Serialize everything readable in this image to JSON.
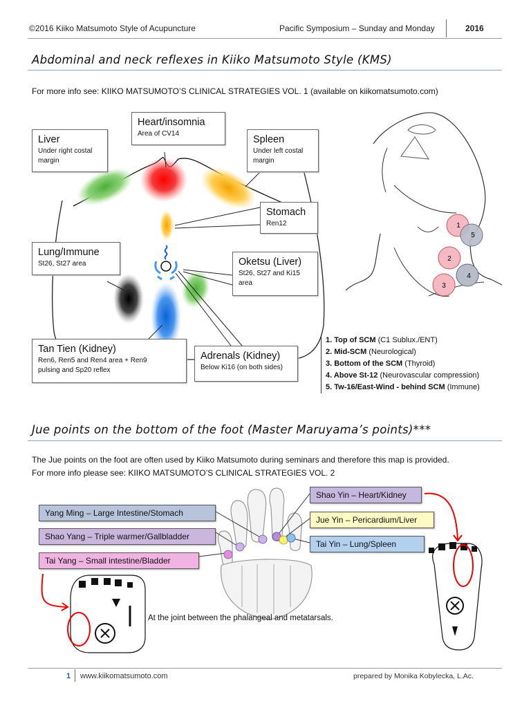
{
  "header": {
    "left": "©2016 Kiiko Matsumoto Style of Acupuncture",
    "center": "Pacific Symposium – Sunday and Monday",
    "year": "2016"
  },
  "section1": {
    "title": "Abdominal and neck reflexes in Kiiko Matsumoto Style (KMS)",
    "info": "For more info see: KIIKO MATSUMOTO’S CLINICAL STRATEGIES VOL. 1 (available on kiikomatsumoto.com)"
  },
  "abdomen_boxes": {
    "heart": {
      "title": "Heart/insomnia",
      "sub": "Area of CV14"
    },
    "liver": {
      "title": "Liver",
      "sub1": "Under right costal",
      "sub2": "margin"
    },
    "spleen": {
      "title": "Spleen",
      "sub1": "Under left costal",
      "sub2": "margin"
    },
    "stomach": {
      "title": "Stomach",
      "sub": "Ren12"
    },
    "lung": {
      "title": "Lung/Immune",
      "sub": "St26, St27 area"
    },
    "oketsu": {
      "title": "Oketsu (Liver)",
      "sub1": "St26, St27 and Ki15",
      "sub2": "area"
    },
    "tantien": {
      "title": "Tan Tien (Kidney)",
      "sub1": "Ren6, Ren5 and Ren4 area + Ren9",
      "sub2": "pulsing and Sp20 reflex"
    },
    "adrenals": {
      "title": "Adrenals (Kidney)",
      "sub": "Below Ki16 (on both sides)"
    }
  },
  "neck_points": [
    "1",
    "2",
    "3",
    "4",
    "5"
  ],
  "neck_list": [
    {
      "b": "1. Top of SCM",
      "r": " (C1 Sublux./ENT)"
    },
    {
      "b": "2. Mid-SCM",
      "r": " (Neurological)"
    },
    {
      "b": "3. Bottom of the SCM",
      "r": " (Thyroid)"
    },
    {
      "b": "4. Above St-12",
      "r": " (Neurovascular compression)"
    },
    {
      "b": "5. Tw-16/East-Wind - behind SCM",
      "r": " (Immune)"
    }
  ],
  "section2": {
    "title": "Jue points on the bottom of the foot (Master Maruyama’s points)***",
    "p1": "The Jue points on the foot are often used by Kiiko Matsumoto during seminars and therefore this map is provided.",
    "p2": "For more info please see: KIIKO MATSUMOTO’S CLINICAL STRATEGIES VOL. 2",
    "joint": "At the joint between the phalangeal and metatarsals."
  },
  "jue_labels": {
    "yangming": "Yang Ming – Large Intestine/Stomach",
    "shaoyang": "Shao Yang – Triple warmer/Gallbladder",
    "taiyang": "Tai Yang – Small intestine/Bladder",
    "shaoyin": "Shao Yin – Heart/Kidney",
    "jueyin": "Jue Yin – Pericardium/Liver",
    "taiyin": "Tai Yin – Lung/Spleen"
  },
  "colors": {
    "yangming": "#b8c3dc",
    "shaoyang": "#cbb6dd",
    "taiyang": "#f0b3e2",
    "shaoyin": "#c5b8de",
    "jueyin": "#fff9c4",
    "taiyin": "#b4d0ef",
    "rule": "#8fa9c9"
  },
  "footer": {
    "page": "1",
    "site": "www.kiikomatsumoto.com",
    "prepared": "prepared by Monika Kobylecka, L.Ac."
  }
}
